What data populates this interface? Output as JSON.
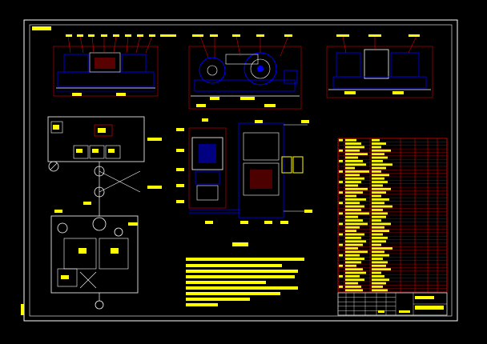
{
  "drawing": {
    "background": "#000000",
    "frame_color": "#ffffff",
    "line_colors": {
      "hydraulic": "#0000ff",
      "leader": "#ff0000",
      "outline": "#ffffff",
      "hatch": "#00ff00",
      "label_fill": "#ffff00"
    },
    "views": [
      {
        "name": "front-view-unit-1"
      },
      {
        "name": "front-view-unit-2"
      },
      {
        "name": "front-view-unit-3"
      },
      {
        "name": "hydraulic-schematic"
      },
      {
        "name": "side-section-view"
      },
      {
        "name": "end-section-view"
      }
    ],
    "parts_list": {
      "rows": 44,
      "columns": 7
    },
    "title_block": {
      "rows": 5,
      "columns": 8
    },
    "icons": [
      "pressure-gauge-icon",
      "pump-symbol-icon",
      "valve-symbol-icon",
      "motor-icon"
    ]
  }
}
